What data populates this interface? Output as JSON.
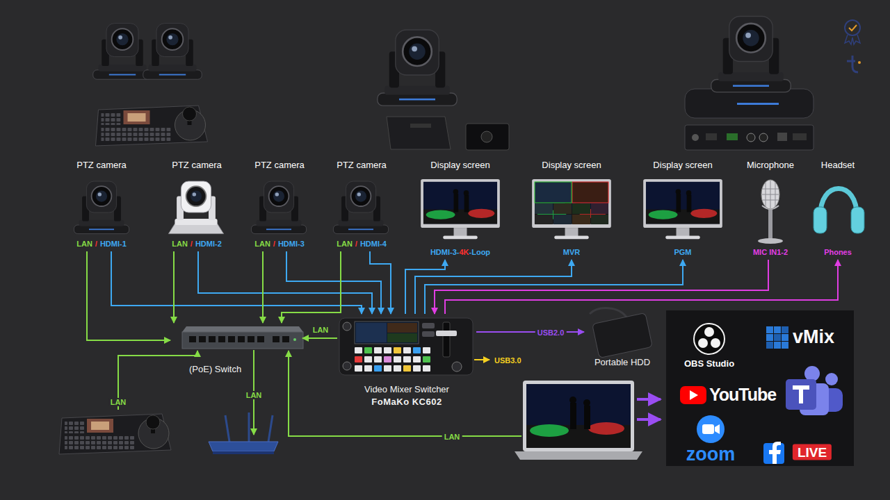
{
  "diagram": {
    "nodes": [
      {
        "text": [
          "PTZ camera",
          "LAN",
          "/",
          "HDMI-1"
        ]
      },
      {
        "text": [
          "PTZ camera",
          "LAN",
          "/",
          "HDMI-2"
        ]
      },
      {
        "text": [
          "PTZ camera",
          "LAN",
          "/",
          "HDMI-3"
        ]
      },
      {
        "text": [
          "PTZ camera",
          "LAN",
          "/",
          "HDMI-4"
        ]
      },
      {
        "text": [
          "Display screen",
          "HDMI-3-",
          "4K",
          "-Loop"
        ]
      },
      {
        "text": [
          "Display screen",
          "MVR"
        ]
      },
      {
        "text": [
          "Display screen",
          "PGM"
        ]
      },
      {
        "text": [
          "Microphone",
          "MIC IN1-2"
        ]
      },
      {
        "text": [
          "Headset",
          "Phones"
        ]
      },
      {
        "text": [
          "(PoE) Switch"
        ]
      },
      {
        "text": [
          "Video Mixer Switcher",
          "FoMaKo KC602"
        ]
      },
      {
        "text": [
          "Portable HDD"
        ]
      },
      {
        "text": [
          "OBS Studio",
          "vMix",
          "YouTube",
          "zoom",
          "LIVE"
        ]
      }
    ],
    "edges": [
      {
        "from": 0,
        "to": 10,
        "arrow": "to"
      },
      {
        "from": 1,
        "to": 10,
        "arrow": "to"
      },
      {
        "from": 2,
        "to": 10,
        "arrow": "to"
      },
      {
        "from": 3,
        "to": 10,
        "arrow": "to"
      },
      {
        "from": 0,
        "to": 9,
        "arrow": "to"
      },
      {
        "from": 1,
        "to": 9,
        "arrow": "to"
      },
      {
        "from": 2,
        "to": 9,
        "arrow": "to"
      },
      {
        "from": 3,
        "to": 9,
        "arrow": "to"
      },
      {
        "from": 10,
        "to": 4,
        "arrow": "to"
      },
      {
        "from": 10,
        "to": 5,
        "arrow": "to"
      },
      {
        "from": 10,
        "to": 6,
        "arrow": "to"
      },
      {
        "from": 7,
        "to": 10,
        "arrow": "to"
      },
      {
        "from": 10,
        "to": 8,
        "arrow": "to"
      },
      {
        "from": 10,
        "to": 9,
        "label": "LAN",
        "arrow": "to"
      },
      {
        "from": 10,
        "to": 11,
        "label": "USB2.0",
        "arrow": "to"
      }
    ],
    "labels": [
      "USB3.0",
      "LAN",
      "LAN",
      "LAN"
    ]
  }
}
